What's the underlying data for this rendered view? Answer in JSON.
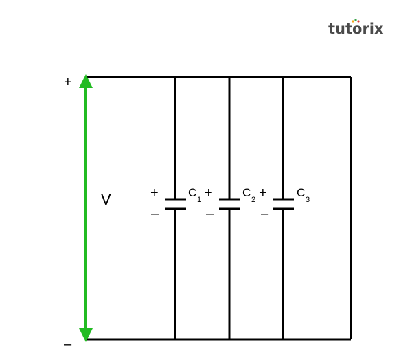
{
  "logo": {
    "text": "tutorix",
    "color": "#4a4a4a",
    "dot_colors": [
      "#f2a51a",
      "#3aa34a",
      "#e2403a"
    ]
  },
  "diagram": {
    "arrow_color": "#22bb22",
    "wire_color": "#000000",
    "voltage": {
      "label": "V",
      "plus": "+",
      "minus": "–"
    },
    "capacitors": [
      {
        "name": "C",
        "sub": "1",
        "plus": "+",
        "minus": "–"
      },
      {
        "name": "C",
        "sub": "2",
        "plus": "+",
        "minus": "–"
      },
      {
        "name": "C",
        "sub": "3",
        "plus": "+",
        "minus": "–"
      }
    ]
  }
}
